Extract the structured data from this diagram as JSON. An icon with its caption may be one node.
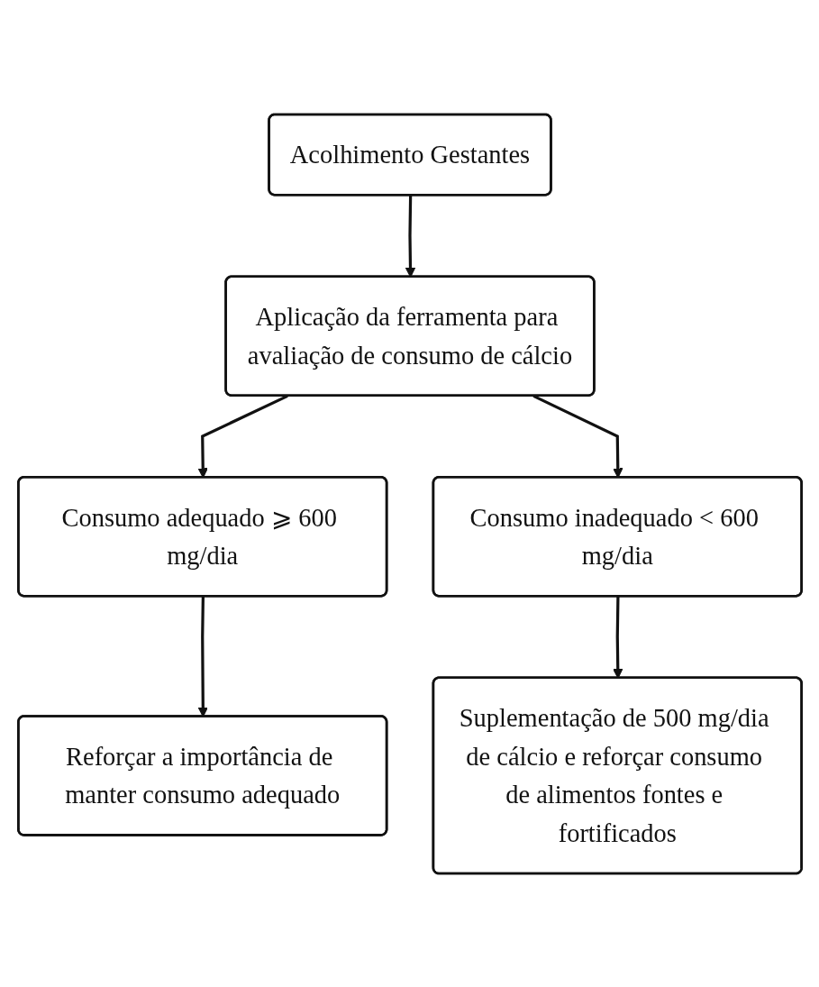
{
  "diagram": {
    "nodes": [
      {
        "text": [
          "Acolhimento Gestantes"
        ]
      },
      {
        "text": [
          "Aplicação da ferramenta para avaliação de consumo de cálcio"
        ]
      },
      {
        "text": [
          "Consumo adequado ⩾ 600 mg/dia"
        ]
      },
      {
        "text": [
          "Consumo inadequado < 600 mg/dia"
        ]
      },
      {
        "text": [
          "Reforçar a importância de manter consumo adequado"
        ]
      },
      {
        "text": [
          "Suplementação de 500 mg/dia de cálcio e reforçar consumo de alimentos fontes e fortificados"
        ]
      }
    ],
    "edges": [
      {
        "from": 0,
        "to": 1,
        "arrow": "to"
      },
      {
        "from": 1,
        "to": 2,
        "arrow": "to"
      },
      {
        "from": 1,
        "to": 3,
        "arrow": "to"
      },
      {
        "from": 2,
        "to": 4,
        "arrow": "to"
      },
      {
        "from": 3,
        "to": 5,
        "arrow": "to"
      }
    ]
  }
}
